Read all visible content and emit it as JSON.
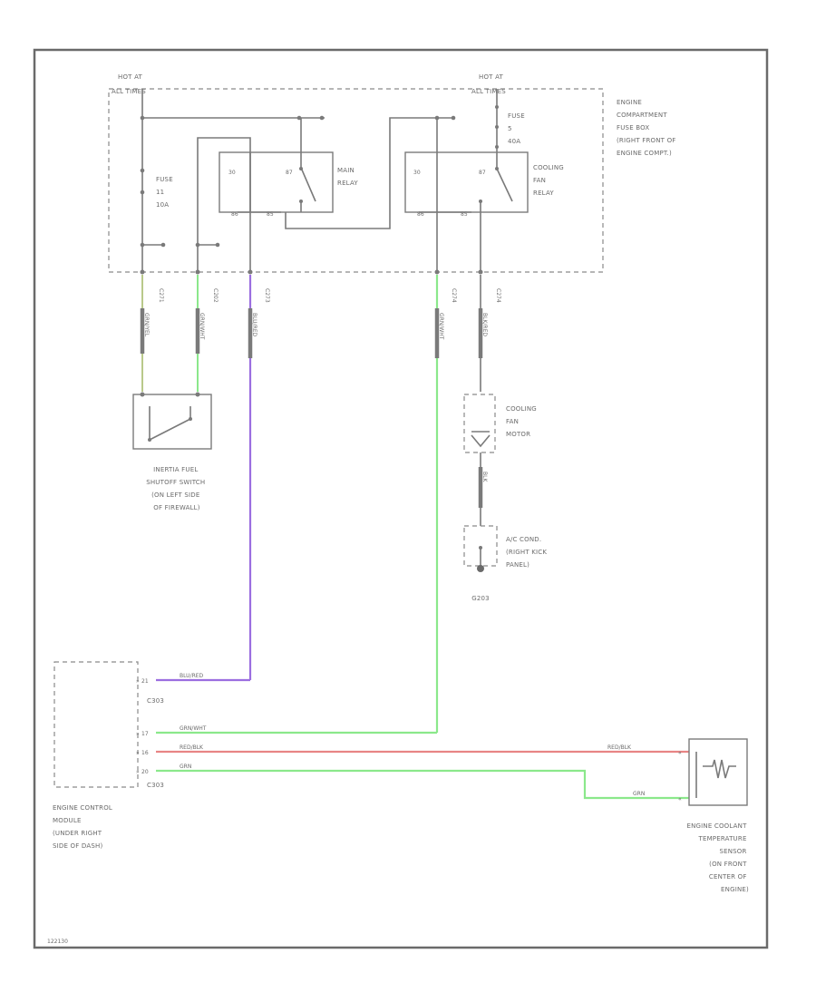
{
  "labels": {
    "hot_left": [
      "HOT AT",
      "ALL TIMES"
    ],
    "hot_right": [
      "HOT AT",
      "ALL TIMES"
    ],
    "fuse_box": [
      "ENGINE",
      "COMPARTMENT",
      "FUSE BOX",
      "(RIGHT FRONT OF",
      "ENGINE COMPT.)"
    ],
    "fuse_left": [
      "FUSE",
      "11",
      "10A"
    ],
    "fuse_right": [
      "FUSE",
      "5",
      "40A"
    ],
    "main_relay": [
      "MAIN",
      "RELAY"
    ],
    "cooling_fan_relay": [
      "COOLING",
      "FAN",
      "RELAY"
    ],
    "inertia_switch": [
      "INERTIA FUEL",
      "SHUTOFF SWITCH",
      "(ON LEFT SIDE",
      "OF FIREWALL)"
    ],
    "cooling_fan_motor": [
      "COOLING",
      "FAN",
      "MOTOR"
    ],
    "ac_condenser": [
      "A/C COND.",
      "(RIGHT KICK",
      "PANEL)"
    ],
    "ground": "G203",
    "ecm": [
      "ENGINE CONTROL",
      "MODULE",
      "(UNDER RIGHT",
      "SIDE OF DASH)"
    ],
    "ect_sensor": [
      "ENGINE COOLANT",
      "TEMPERATURE",
      "SENSOR",
      "(ON FRONT",
      "CENTER OF",
      "ENGINE)"
    ],
    "connector_top": "C303",
    "connector_bottom": "C303",
    "footer_code": "122130"
  },
  "relay_pins": {
    "main": [
      "30",
      "87",
      "86",
      "85"
    ],
    "fan": [
      "30",
      "87",
      "86",
      "85"
    ]
  },
  "connectors": [
    "C271",
    "C202",
    "C273",
    "C274",
    "C274"
  ],
  "wire_codes": [
    "GRN/YEL",
    "GRN/WHT",
    "BLU/RED",
    "GRN/WHT",
    "BLK/RED",
    "BLK"
  ],
  "ecm_pins": [
    "21",
    "17",
    "16",
    "20"
  ],
  "ecm_wires": [
    "BLU/RED",
    "GRN/WHT",
    "RED/BLK",
    "GRN"
  ],
  "ect_wires": [
    "RED/BLK",
    "GRN"
  ],
  "colors": {
    "purple": "#9b6ee0",
    "green": "#8be88b",
    "red": "#e88585",
    "gray": "#7a7a7a"
  }
}
